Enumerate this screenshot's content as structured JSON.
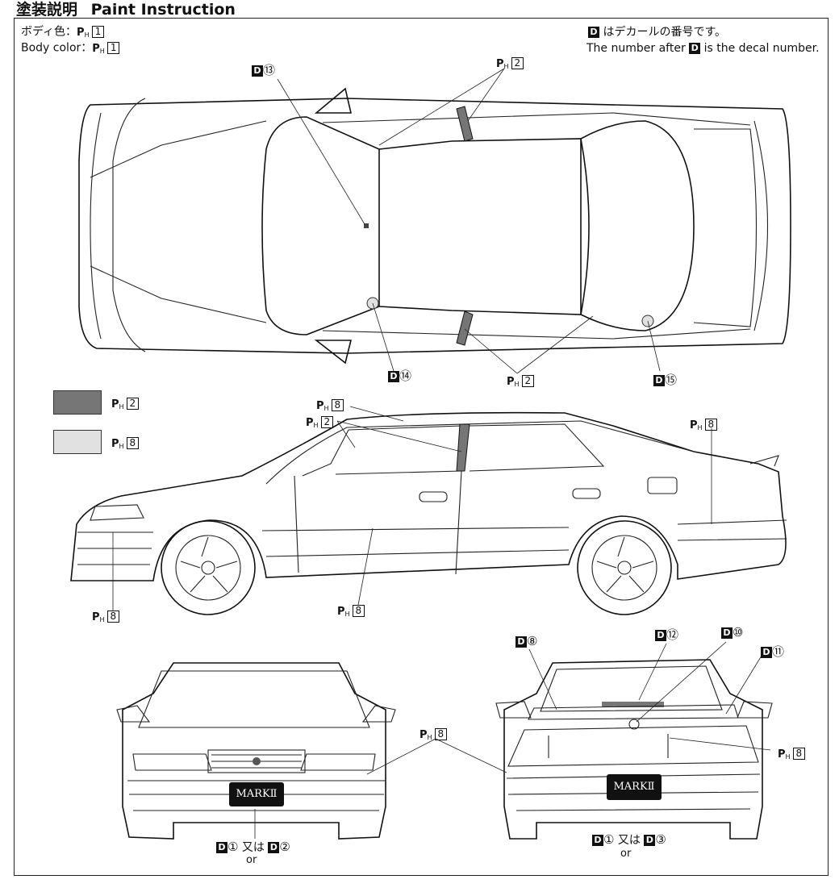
{
  "header": {
    "title_jp": "塗装説明",
    "title_en": "Paint Instruction"
  },
  "body_color": {
    "jp_label": "ボディ色：",
    "en_label": "Body color：",
    "paint_number": "1"
  },
  "decal_note": {
    "jp_text": "はデカールの番号です。",
    "en_before": "The number after",
    "en_after": "is the decal number."
  },
  "marks": {
    "decal": "D",
    "paint": "P",
    "paint_sub": "H"
  },
  "legend": [
    {
      "paint_number": "2",
      "color": "#767676"
    },
    {
      "paint_number": "8",
      "color": "#e1e1e1"
    }
  ],
  "callouts": {
    "top_d13": "⑬",
    "top_ph2_upper": "2",
    "top_d14": "⑭",
    "top_ph2_lower": "2",
    "top_d15": "⑮",
    "side_ph8_top": "8",
    "side_ph2": "2",
    "side_ph8_rear": "8",
    "side_ph8_front": "8",
    "side_ph8_door": "8",
    "rear_d8": "⑧",
    "rear_d12": "⑫",
    "rear_d10": "⑩",
    "rear_d11": "⑪",
    "rear_ph8": "8",
    "center_ph8": "8",
    "front_decal_a": "①",
    "front_decal_b": "②",
    "front_or_jp": "又は",
    "front_or_en": "or",
    "rear_decal_a": "①",
    "rear_decal_b": "③",
    "rear_or_jp": "又は",
    "rear_or_en": "or"
  },
  "plates": {
    "front": "MARKⅡ",
    "rear": "MARKⅡ"
  }
}
